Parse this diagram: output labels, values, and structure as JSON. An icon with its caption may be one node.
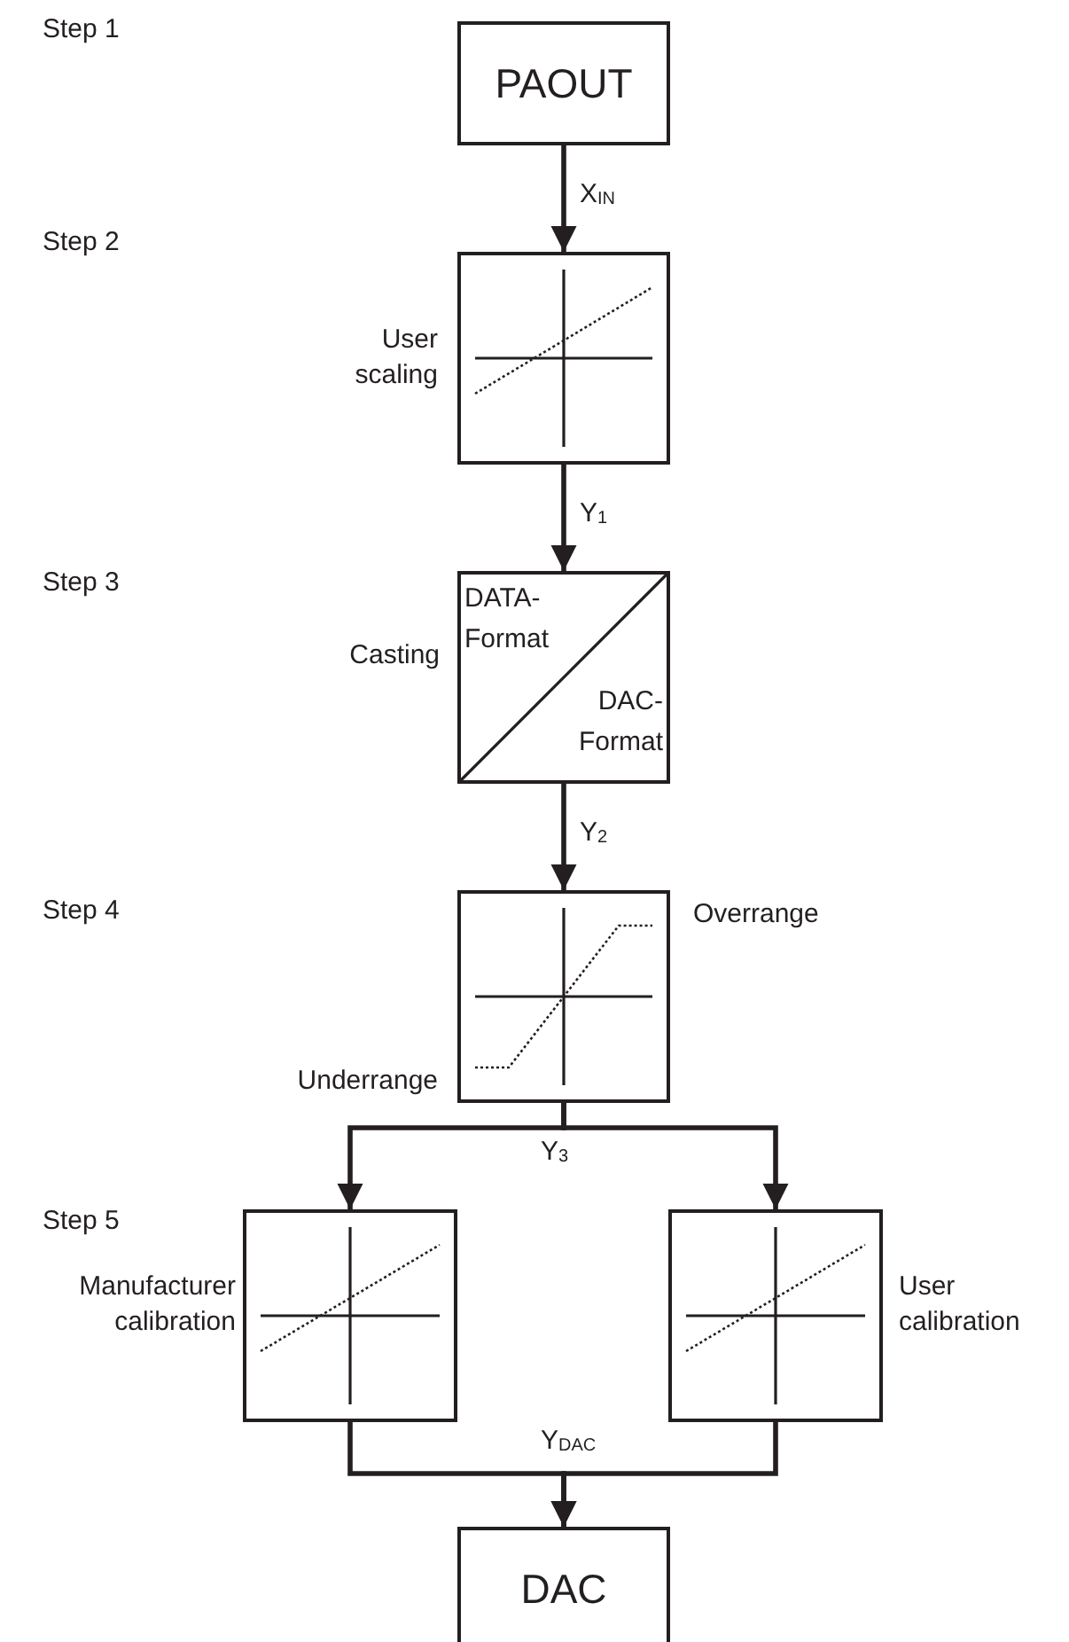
{
  "diagram": {
    "nodes": [
      {
        "text": [
          "PAOUT"
        ]
      },
      {
        "text": [
          "User scaling"
        ]
      },
      {
        "text": [
          "Casting",
          "DATA-Format",
          "DAC-Format"
        ]
      },
      {
        "text": [
          "Overrange",
          "Underrange"
        ]
      },
      {
        "text": [
          "Manufacturer calibration"
        ]
      },
      {
        "text": [
          "User calibration"
        ]
      },
      {
        "text": [
          "DAC"
        ]
      }
    ],
    "edges": [
      {
        "from": 0,
        "to": 1,
        "arrow": "to",
        "label": "X$_{IN}$"
      },
      {
        "from": 1,
        "to": 2,
        "arrow": "to",
        "label": "Y$_{1}$"
      },
      {
        "from": 2,
        "to": 3,
        "arrow": "to",
        "label": "Y$_{2}$"
      },
      {
        "from": 3,
        "to": 4,
        "arrow": "to",
        "label": "Y$_{3}$"
      },
      {
        "from": 3,
        "to": 5,
        "arrow": "to"
      },
      {
        "from": 4,
        "to": 6,
        "arrow": "to",
        "label": "Y$_{DAC}$"
      },
      {
        "from": 5,
        "to": 6,
        "arrow": "to"
      }
    ],
    "labels": [
      "Step 1",
      "Step 2",
      "Step 3",
      "Step 4",
      "Step 5"
    ]
  }
}
